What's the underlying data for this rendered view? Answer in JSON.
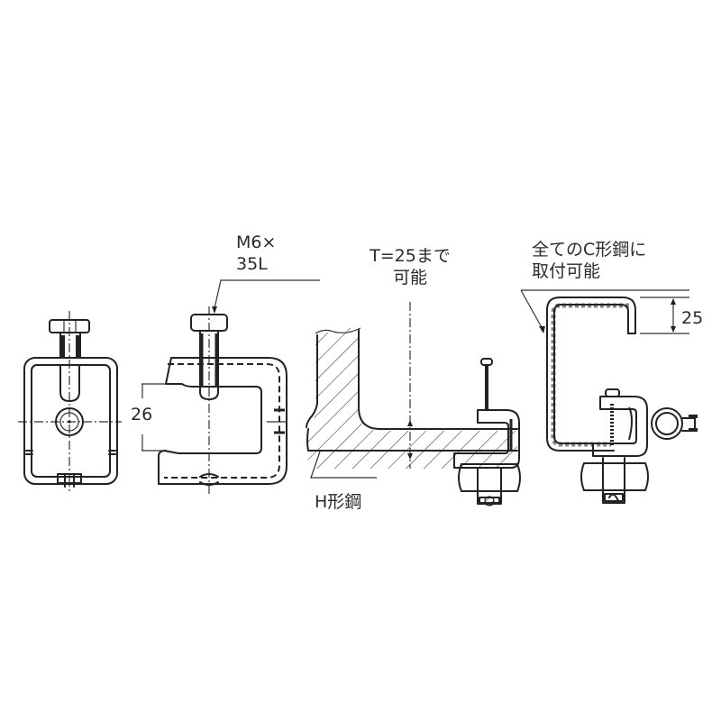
{
  "drawing": {
    "views": [
      {
        "id": "front-view",
        "description": "Clamp front view with bolt"
      },
      {
        "id": "side-view",
        "description": "C-shaped clamp side view with bolt"
      },
      {
        "id": "h-beam-mount",
        "description": "Clamp attached to H-beam flange"
      },
      {
        "id": "c-channel-mount",
        "description": "Clamp attached to C-channel with pipe band"
      }
    ],
    "labels": {
      "bolt_spec_line1": "M6×",
      "bolt_spec_line2": "35L",
      "dim_opening": "26",
      "thickness_line1": "T=25まで",
      "thickness_line2": "可能",
      "h_beam": "H形鋼",
      "c_channel_line1": "全てのC形鋼に",
      "c_channel_line2": "取付可能",
      "dim_lip": "25"
    },
    "colors": {
      "line": "#222222",
      "text": "#2a2a2a",
      "background": "#ffffff"
    }
  }
}
